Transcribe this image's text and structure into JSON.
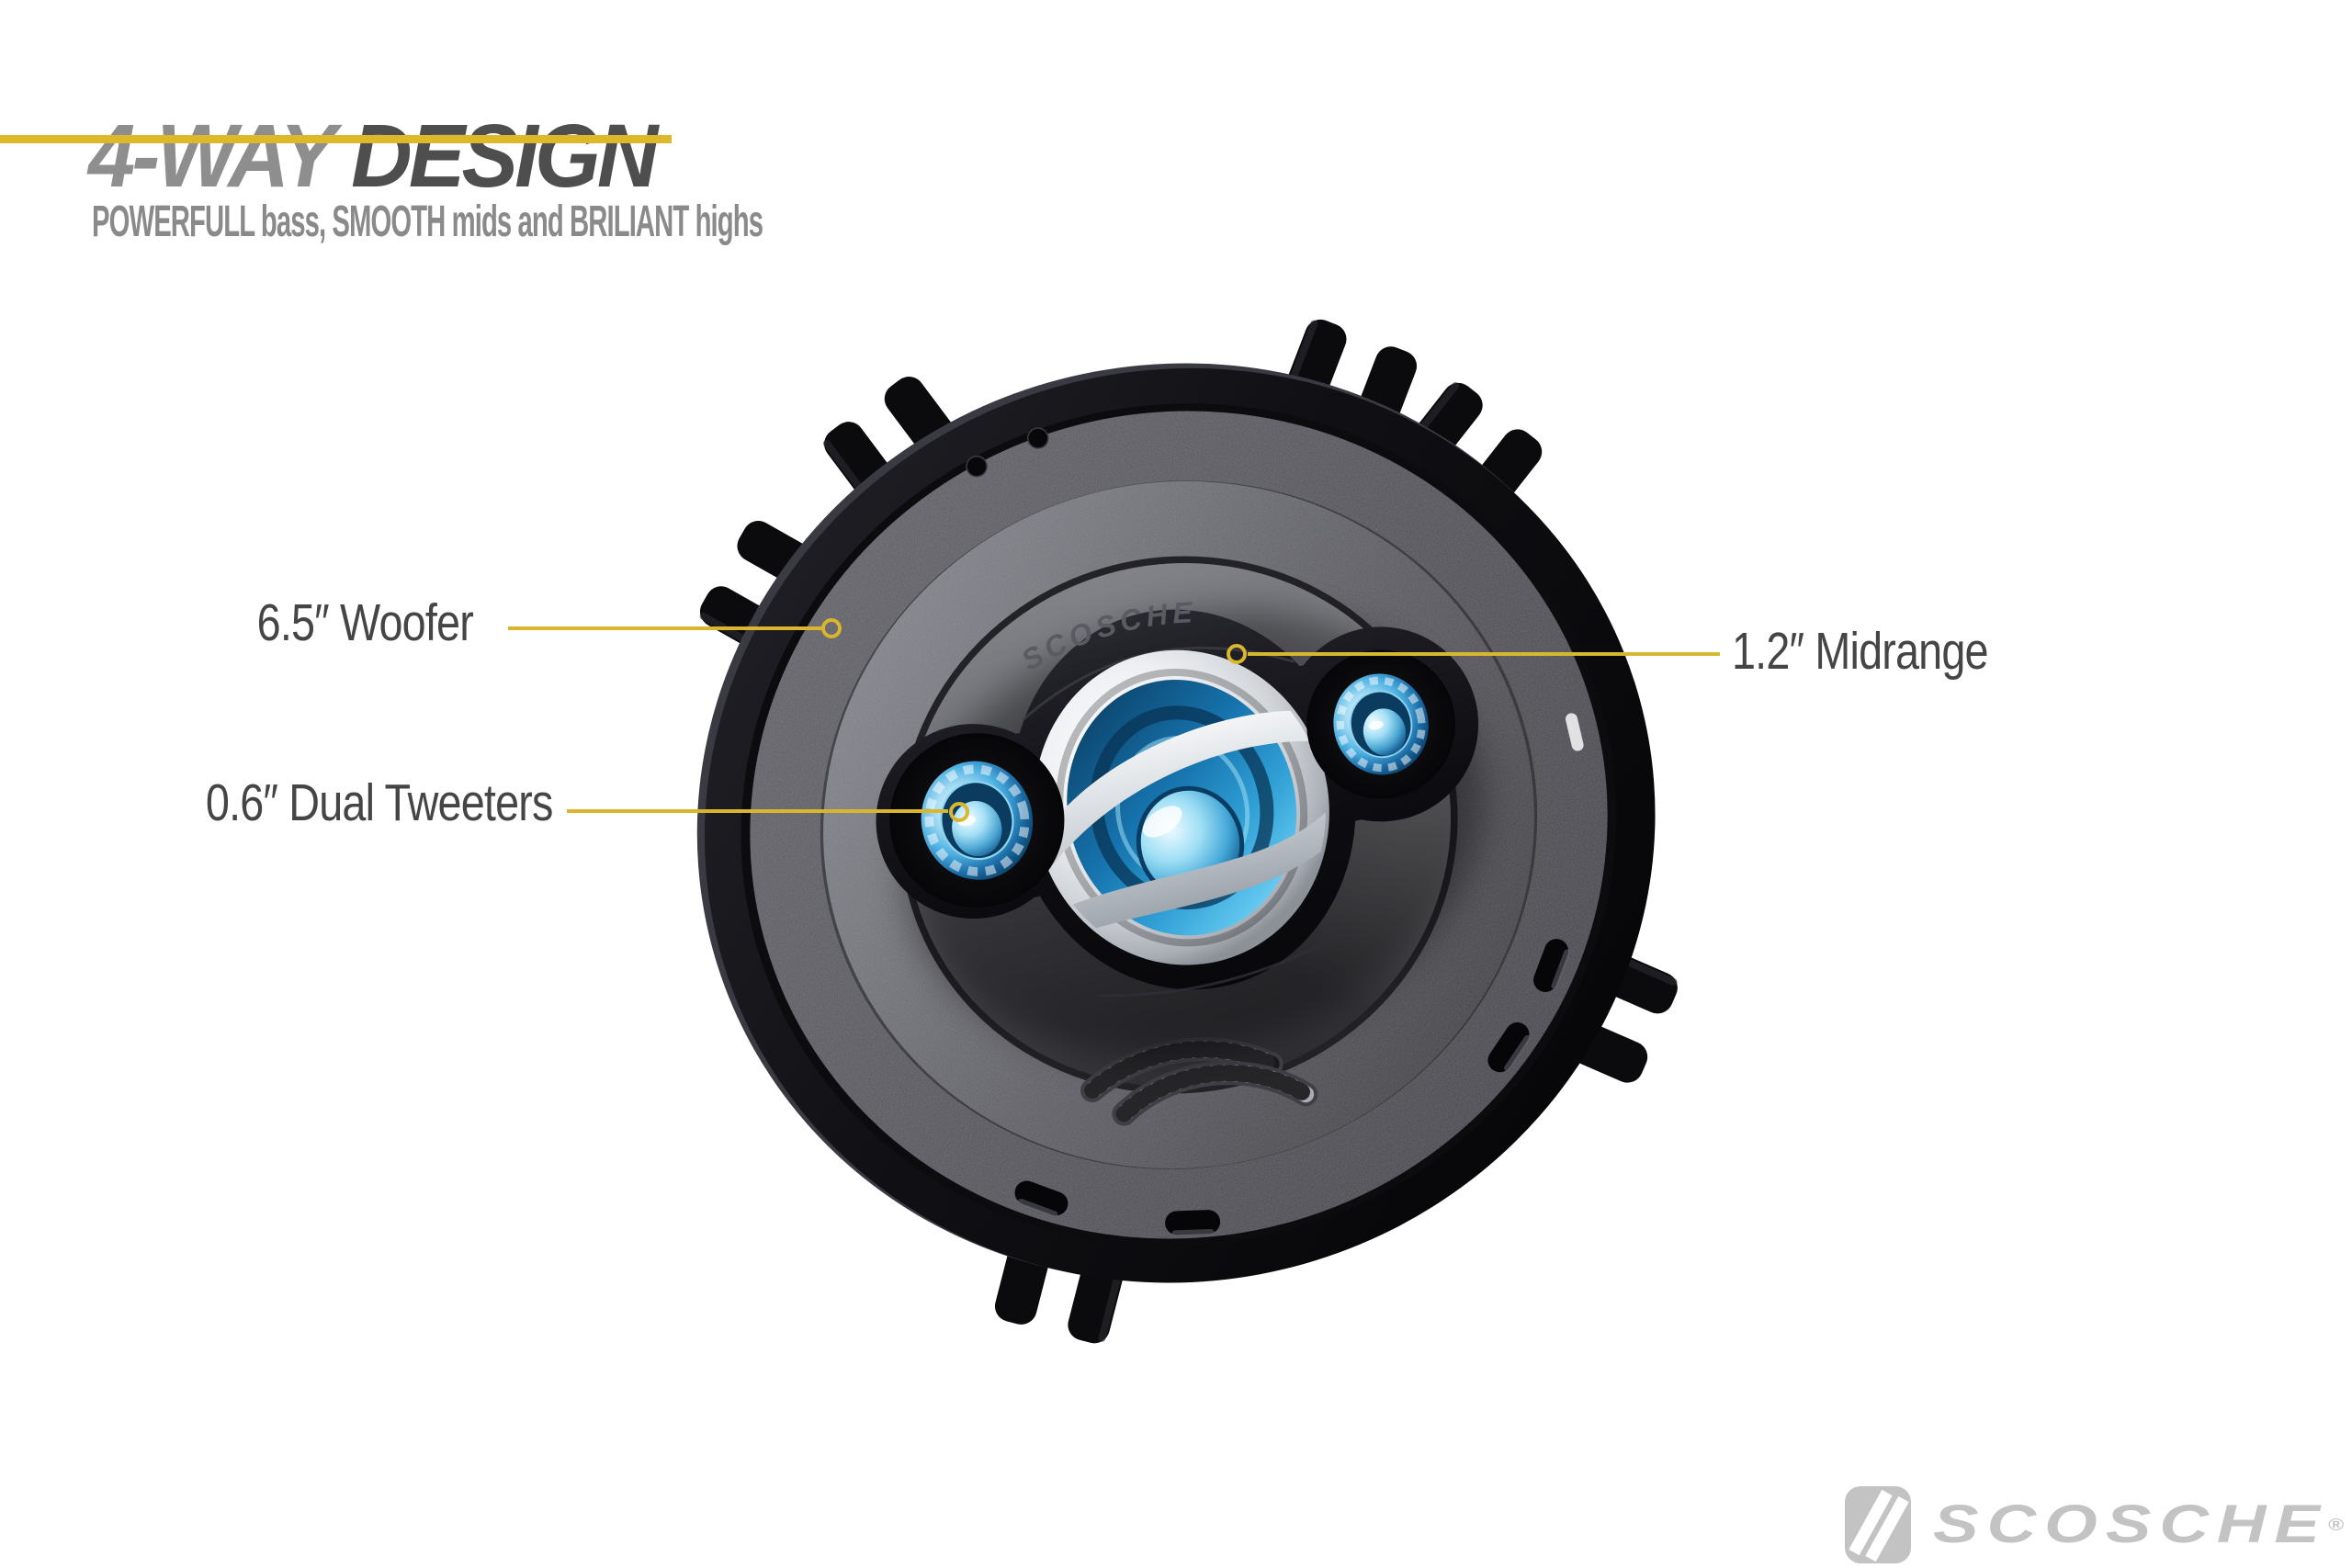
{
  "header": {
    "title_light": "4-WAY",
    "title_dark": " DESIGN",
    "subtitle": "POWERFULL bass, SMOOTH mids and BRILIANT highs"
  },
  "callouts": {
    "woofer": {
      "label": "6.5″ Woofer"
    },
    "midrange": {
      "label": "1.2″ Midrange"
    },
    "tweeters": {
      "label": "0.6″ Dual Tweeters"
    }
  },
  "speaker": {
    "badge": "SCOSCHE"
  },
  "logo": {
    "wordmark": "SCOSCHE",
    "registered": "®"
  },
  "colors": {
    "accent_gold": "#D9B62E",
    "underline_gold": "#DDB82B",
    "title_light": "#8E8E8E",
    "title_dark": "#4E4E4E",
    "subtitle_gray": "#8A8A8A",
    "label_gray": "#454545",
    "logo_gray": "#C3C3C3",
    "speaker_blue_bright": "#5CC3EC",
    "speaker_blue_deep": "#0B4066",
    "silver": "#CFD3D8"
  }
}
